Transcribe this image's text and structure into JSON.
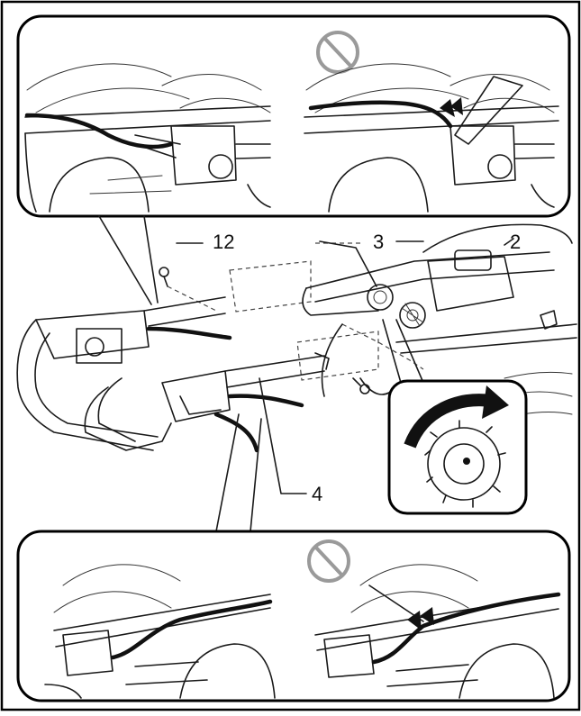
{
  "figure": {
    "callouts": {
      "c12": "12",
      "c3": "3",
      "c2": "2",
      "c4": "4"
    },
    "icons": [
      "prohibited-sign-icon",
      "rotate-arrow-icon"
    ],
    "colors": {
      "line": "#1a1a1a",
      "prohibited": "#9a9a9a",
      "background": "#ffffff",
      "border": "#000000"
    }
  }
}
